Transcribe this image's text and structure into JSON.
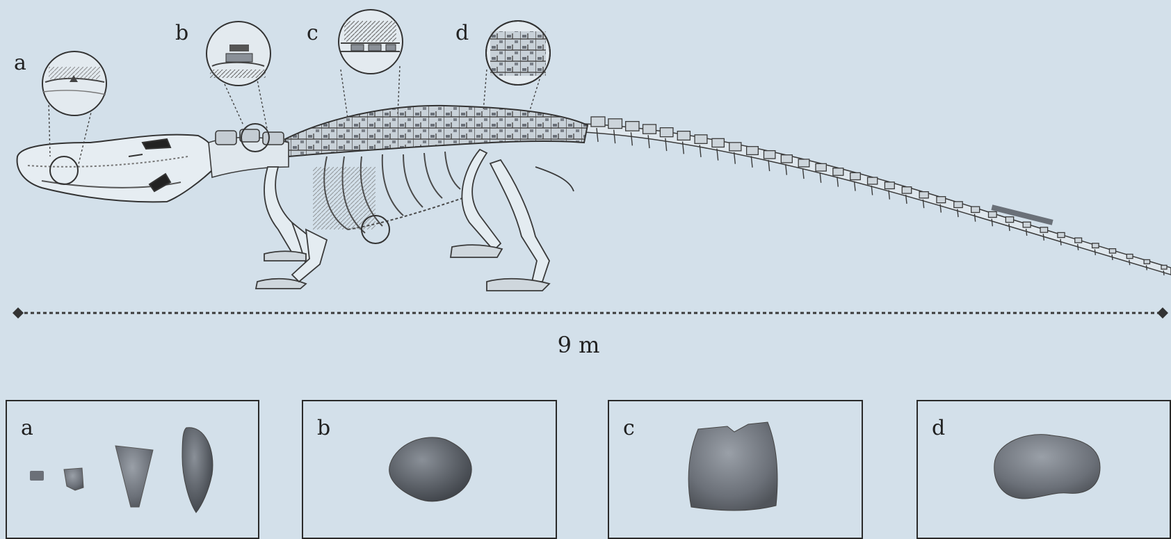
{
  "callouts": [
    {
      "id": "a",
      "label": "a"
    },
    {
      "id": "b",
      "label": "b"
    },
    {
      "id": "c",
      "label": "c"
    },
    {
      "id": "d",
      "label": "d"
    }
  ],
  "scale_bar": {
    "label": "9 m"
  },
  "specimen_panels": [
    {
      "id": "a",
      "label": "a",
      "items": 4,
      "description": "teeth"
    },
    {
      "id": "b",
      "label": "b",
      "items": 1,
      "description": "vertebra"
    },
    {
      "id": "c",
      "label": "c",
      "items": 1,
      "description": "osteoderm"
    },
    {
      "id": "d",
      "label": "d",
      "items": 1,
      "description": "osteoderm"
    }
  ],
  "colors": {
    "background": "#d3e0ea",
    "line": "#3a3a3a",
    "bone_fill": "#e4ecf1",
    "fossil_dark": "#555a60",
    "fossil_mid": "#7b8088"
  }
}
